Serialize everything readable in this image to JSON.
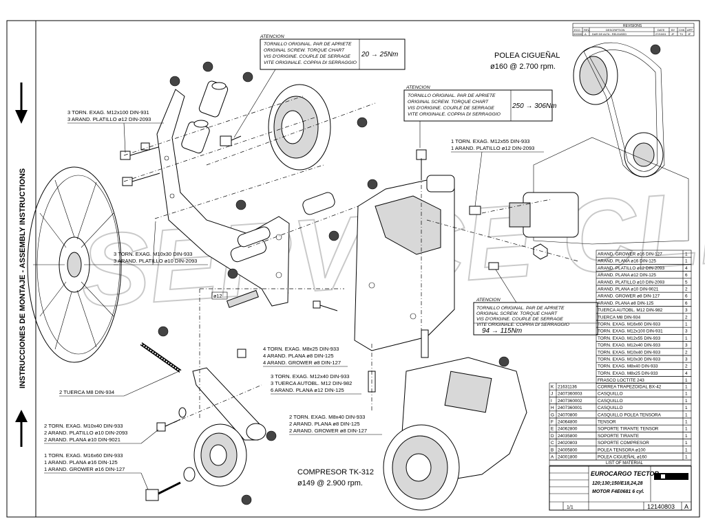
{
  "side_title": "INSTRUCCIONES DE MONTAJE - ASSEMBLY INSTRUCTIONS",
  "watermark": "SERVICE CLIMA",
  "attention_boxes": [
    {
      "title": "ATENCION",
      "lines": [
        "TORNILLO ORIGINAL. PAR DE APRIETE",
        "ORIGINAL SCREW. TORQUE CHART",
        "VIS D'ORIGINE. COUPLE DE SERRAGE",
        "VITE ORIGINALE. COPPIA DI SERRAGGIO"
      ],
      "torque": "20 → 25Nm"
    },
    {
      "title": "ATENCION",
      "lines": [
        "TORNILLO ORIGINAL. PAR DE APRIETE",
        "ORIGINAL SCREW. TORQUE CHART",
        "VIS D'ORIGINE. COUPLE DE SERRAGE",
        "VITE ORIGINALE. COPPIA DI SERRAGGIO"
      ],
      "torque": "250 → 306Nm"
    },
    {
      "title": "ATENCION",
      "lines": [
        "TORNILLO ORIGINAL. PAR DE APRIETE",
        "ORIGINAL SCREW. TORQUE CHART",
        "VIS D'ORIGINE. COUPLE DE SERRAGE",
        "VITE ORIGINALE. COPPIA DI SERRAGGIO"
      ],
      "torque": "94 → 115Nm"
    }
  ],
  "pulley_title": "POLEA CIGUEÑAL",
  "pulley_spec": "ø160 @ 2.700 rpm.",
  "compressor_title": "COMPRESOR TK-312",
  "compressor_spec": "ø149 @ 2.900 rpm.",
  "callouts": [
    [
      "3 TORN. EXAG. M12x100 DIN-931",
      "3 ARAND. PLATILLO ø12 DIN-2093"
    ],
    [
      "1 TORN. EXAG. M12x55 DIN-933",
      "1 ARAND. PLATILLO ø12 DIN-2093"
    ],
    [
      "3 TORN. EXAG. M10x30 DIN-933",
      "3 ARAND. PLATILLO ø10 DIN-2093"
    ],
    [
      "4 TORN. EXAG. M8x25 DIN-933",
      "4 ARAND. PLANA ø8 DIN-125",
      "4 ARAND. GROWER ø8 DIN-127"
    ],
    [
      "3 TORN. EXAG. M12x40 DIN-933",
      "3 TUERCA AUTOBL. M12 DIN-982",
      "6 ARAND. PLANA ø12 DIN-125"
    ],
    [
      "2 TUERCA M8 DIN-934"
    ],
    [
      "2 TORN. EXAG. M8x40 DIN-933",
      "2 ARAND. PLANA ø8 DIN-125",
      "2 ARAND. GROWER ø8 DIN-127"
    ],
    [
      "2 TORN. EXAG. M10x40 DIN-933",
      "2 ARAND. PLATILLO ø10 DIN-2093",
      "2 ARAND. PLANA ø10 DIN-9021"
    ],
    [
      "1 TORN. EXAG. M16x60 DIN-933",
      "1 ARAND. PLANA ø16 DIN-125",
      "1 ARAND. GROWER ø16 DIN-127"
    ]
  ],
  "dim_label": "ø12",
  "hardware_list": [
    {
      "desc": "ARAND. GROWER ø16 DIN-127",
      "qty": "1"
    },
    {
      "desc": "ARAND. PLANA ø16 DIN-125",
      "qty": "1"
    },
    {
      "desc": "ARAND. PLATILLO ø12 DIN-2093",
      "qty": "4"
    },
    {
      "desc": "ARAND. PLANA ø12 DIN-125",
      "qty": "6"
    },
    {
      "desc": "ARAND. PLATILLO ø10 DIN-2093",
      "qty": "5"
    },
    {
      "desc": "ARAND. PLANA ø10 DIN-9021",
      "qty": "2"
    },
    {
      "desc": "ARAND. GROWER ø8 DIN-127",
      "qty": "6"
    },
    {
      "desc": "ARAND. PLANA ø8 DIN-125",
      "qty": "6"
    },
    {
      "desc": "TUERCA AUTOBL. M12 DIN-982",
      "qty": "3"
    },
    {
      "desc": "TUERCA M8 DIN-934",
      "qty": "2"
    },
    {
      "desc": "TORN. EXAG. M16x60 DIN-933",
      "qty": "1"
    },
    {
      "desc": "TORN. EXAG. M12x100 DIN-931",
      "qty": "3"
    },
    {
      "desc": "TORN. EXAG. M12x55 DIN-933",
      "qty": "1"
    },
    {
      "desc": "TORN. EXAG. M12x40 DIN-933",
      "qty": "3"
    },
    {
      "desc": "TORN. EXAG. M10x40 DIN-933",
      "qty": "2"
    },
    {
      "desc": "TORN. EXAG. M10x30 DIN-933",
      "qty": "3"
    },
    {
      "desc": "TORN. EXAG. M8x40 DIN-933",
      "qty": "2"
    },
    {
      "desc": "TORN. EXAG. M8x25 DIN-933",
      "qty": "4"
    },
    {
      "desc": "FRASCO LOCTITE 243",
      "qty": "1"
    }
  ],
  "parts_list": [
    {
      "item": "K",
      "code": "21631136",
      "desc": "CORREA TRAPEZOIDAL BX-42",
      "qty": "1"
    },
    {
      "item": "J",
      "code": "2407360003",
      "desc": "CASQUILLO",
      "qty": "1"
    },
    {
      "item": "I",
      "code": "2407360002",
      "desc": "CASQUILLO",
      "qty": "1"
    },
    {
      "item": "H",
      "code": "2407360001",
      "desc": "CASQUILLO",
      "qty": "1"
    },
    {
      "item": "G",
      "code": "24070800",
      "desc": "CASQUILLO POLEA TENSORA",
      "qty": "1"
    },
    {
      "item": "F",
      "code": "24064800",
      "desc": "TENSOR",
      "qty": "1"
    },
    {
      "item": "E",
      "code": "24062800",
      "desc": "SOPORTE TIRANTE TENSOR",
      "qty": "1"
    },
    {
      "item": "D",
      "code": "24035800",
      "desc": "SOPORTE TIRANTE",
      "qty": "1"
    },
    {
      "item": "C",
      "code": "24020803",
      "desc": "SOPORTE COMPRESOR",
      "qty": "1"
    },
    {
      "item": "B",
      "code": "24005800",
      "desc": "POLEA TENSORA ø100",
      "qty": "1"
    },
    {
      "item": "A",
      "code": "24001800",
      "desc": "POLEA CIGUEÑAL ø160",
      "qty": "1"
    }
  ],
  "list_of_material": "LIST OF MATERIAL",
  "revisions": {
    "title": "REVISIONS",
    "headers": [
      "ECO",
      "REV",
      "DESCRIPTION",
      "DATE",
      "BY",
      "CHK",
      "APP"
    ],
    "row": [
      "000000",
      "A",
      "DAR DE ALTA - RELEASED",
      "27/10/01",
      "JF",
      "TV",
      "JF"
    ]
  },
  "title_block": {
    "title": "EUROCARGO TECTOR",
    "subtitle": "120;130;150/E18,24,28",
    "motor": "MOTOR F4E0681 6 cyl.",
    "scale": "1/1",
    "drawing_number": "12140803",
    "rev": "A"
  }
}
